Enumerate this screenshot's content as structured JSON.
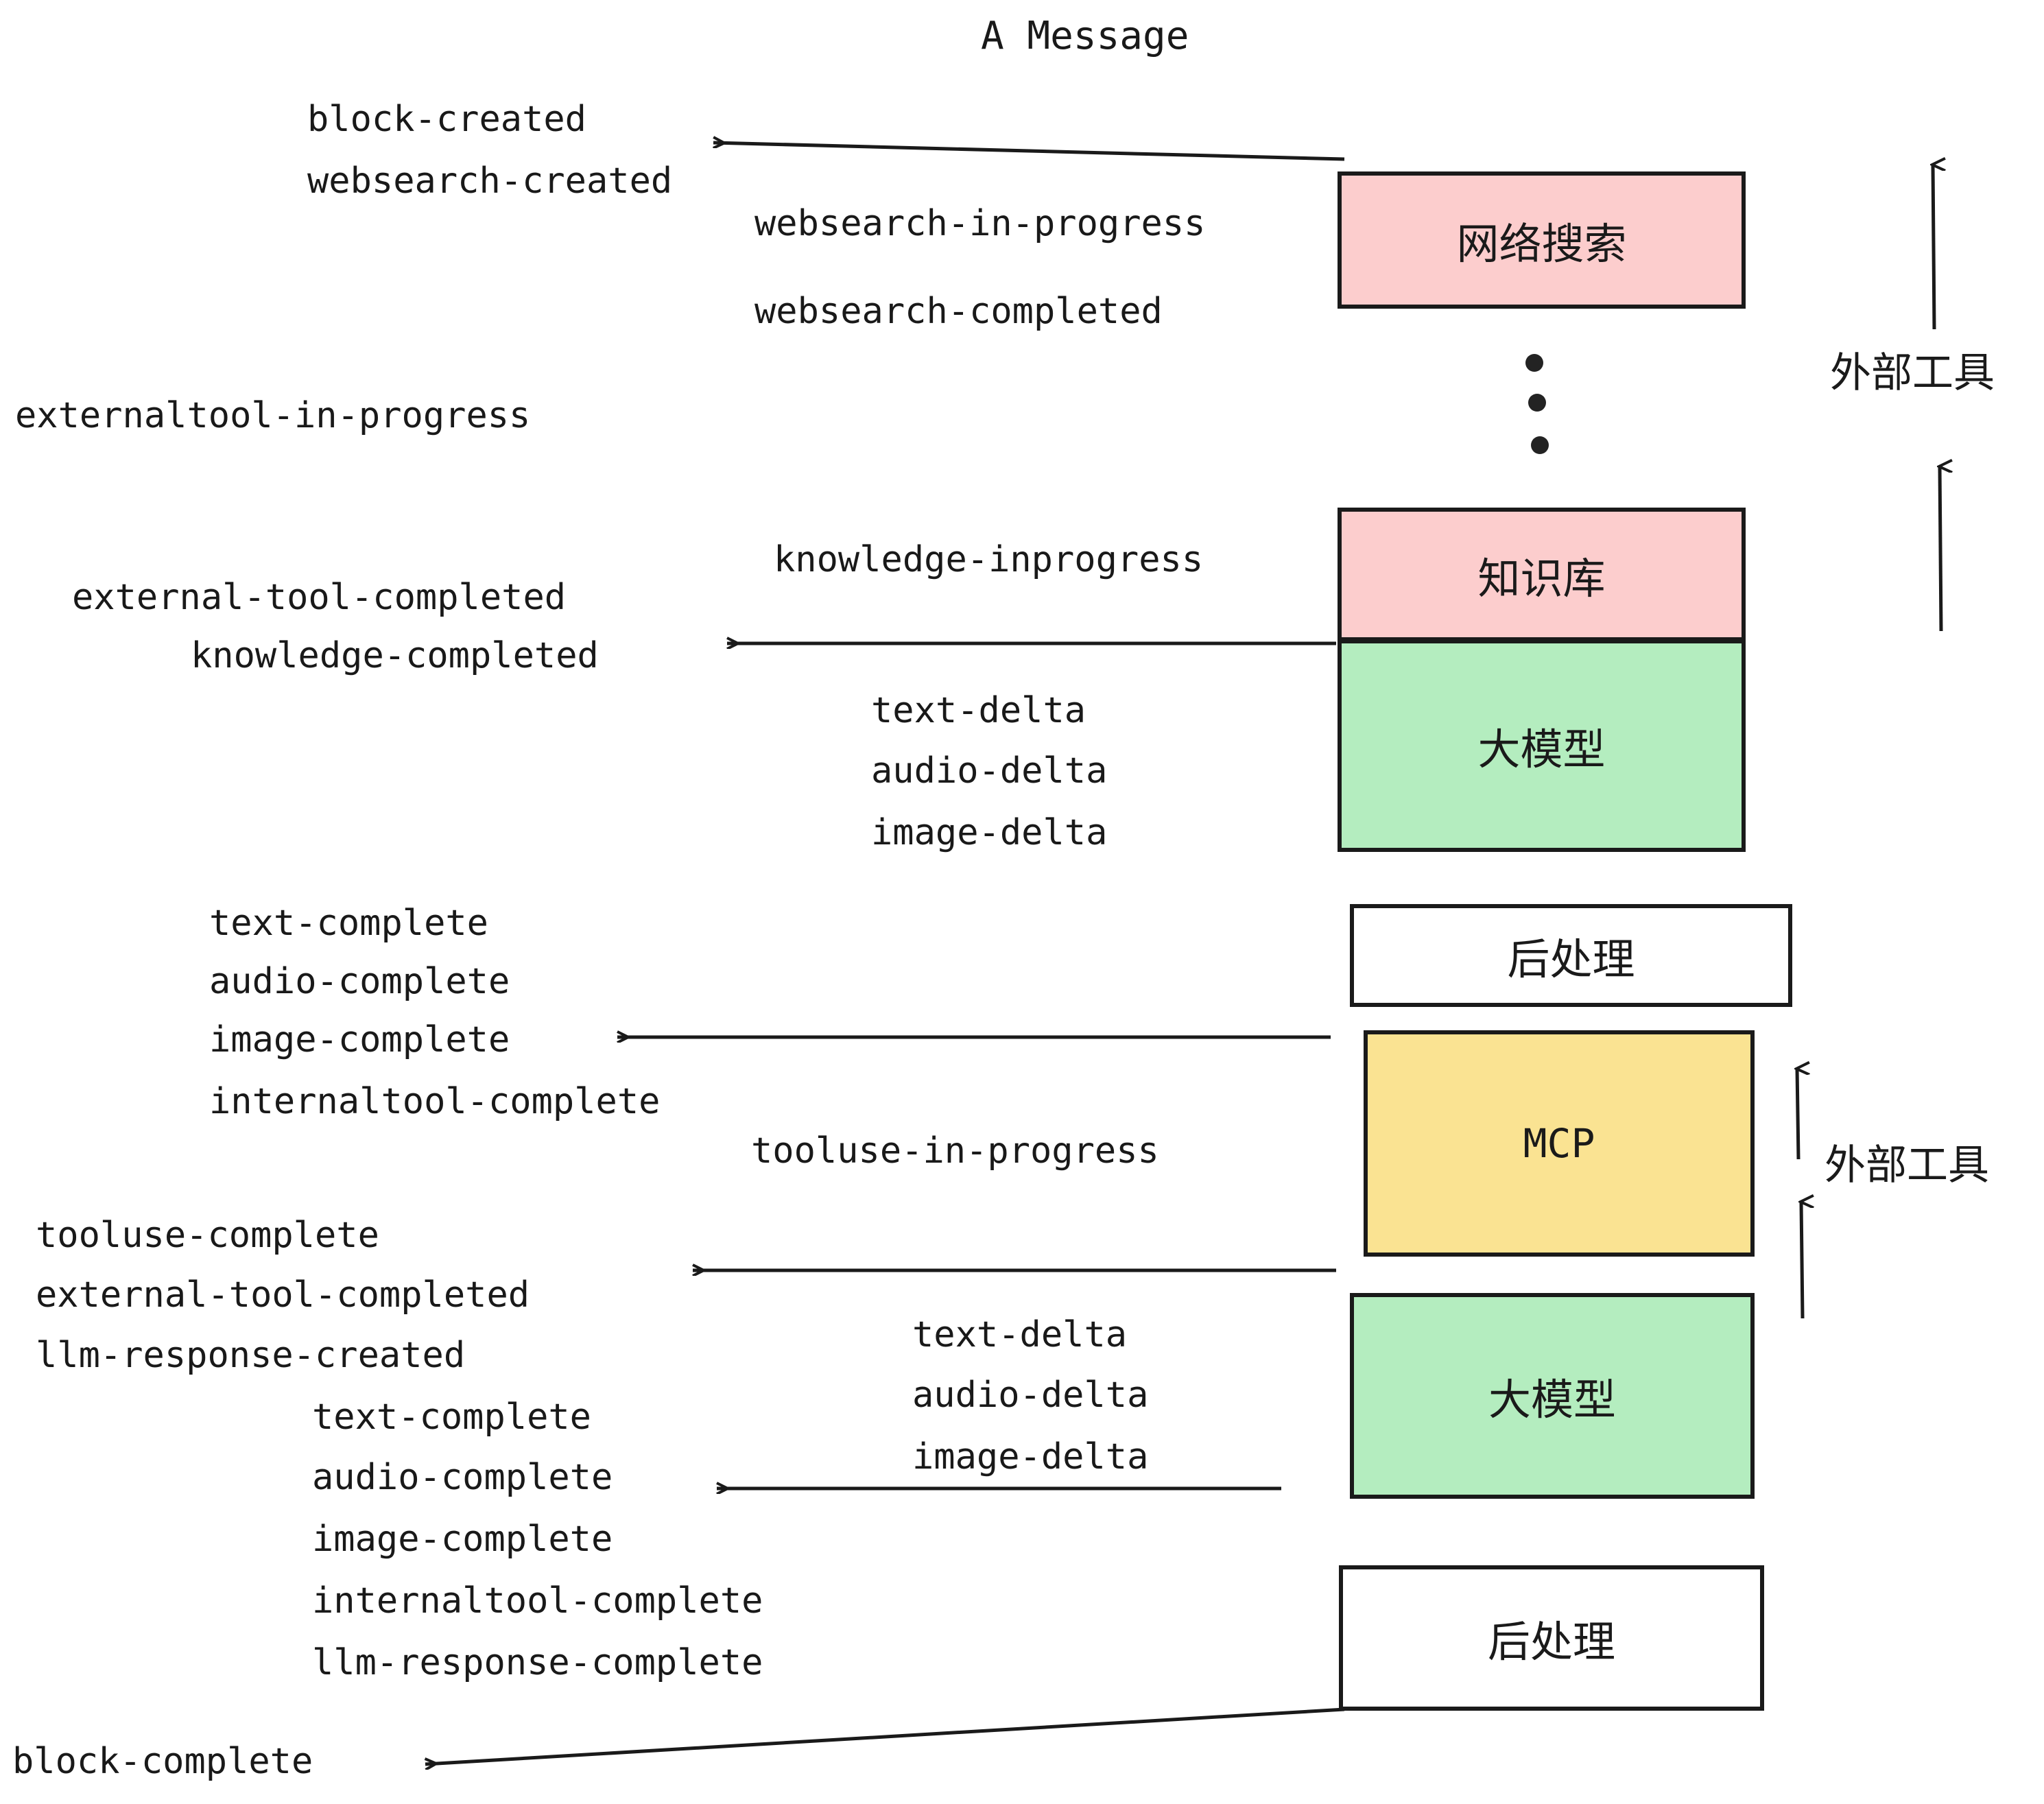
{
  "title": "A Message",
  "colors": {
    "pink": "#fccdcd",
    "green": "#b4edbf",
    "yellow": "#fae392",
    "white": "#ffffff",
    "stroke": "#1a1a1a",
    "text": "#191919"
  },
  "boxes": [
    {
      "label": "网络搜索",
      "fill": "#fccdcd"
    },
    {
      "label": "知识库",
      "fill": "#fccdcd"
    },
    {
      "label": "大模型",
      "fill": "#b4edbf"
    },
    {
      "label": "后处理",
      "fill": "#ffffff"
    },
    {
      "label": "MCP",
      "fill": "#fae392"
    },
    {
      "label": "大模型",
      "fill": "#b4edbf"
    },
    {
      "label": "后处理",
      "fill": "#ffffff"
    }
  ],
  "side_labels": [
    {
      "text": "外部工具"
    },
    {
      "text": "外部工具"
    }
  ],
  "events": [
    {
      "text": "block-created"
    },
    {
      "text": "websearch-created"
    },
    {
      "text": "websearch-in-progress"
    },
    {
      "text": "websearch-completed"
    },
    {
      "text": "externaltool-in-progress"
    },
    {
      "text": "knowledge-inprogress"
    },
    {
      "text": "external-tool-completed"
    },
    {
      "text": "knowledge-completed"
    },
    {
      "text": "text-delta"
    },
    {
      "text": "audio-delta"
    },
    {
      "text": "image-delta"
    },
    {
      "text": "text-complete"
    },
    {
      "text": "audio-complete"
    },
    {
      "text": "image-complete"
    },
    {
      "text": "internaltool-complete"
    },
    {
      "text": "tooluse-in-progress"
    },
    {
      "text": "tooluse-complete"
    },
    {
      "text": "external-tool-completed"
    },
    {
      "text": "llm-response-created"
    },
    {
      "text": "text-delta"
    },
    {
      "text": "audio-delta"
    },
    {
      "text": "image-delta"
    },
    {
      "text": "text-complete"
    },
    {
      "text": "audio-complete"
    },
    {
      "text": "image-complete"
    },
    {
      "text": "internaltool-complete"
    },
    {
      "text": "llm-response-complete"
    },
    {
      "text": "block-complete"
    }
  ]
}
